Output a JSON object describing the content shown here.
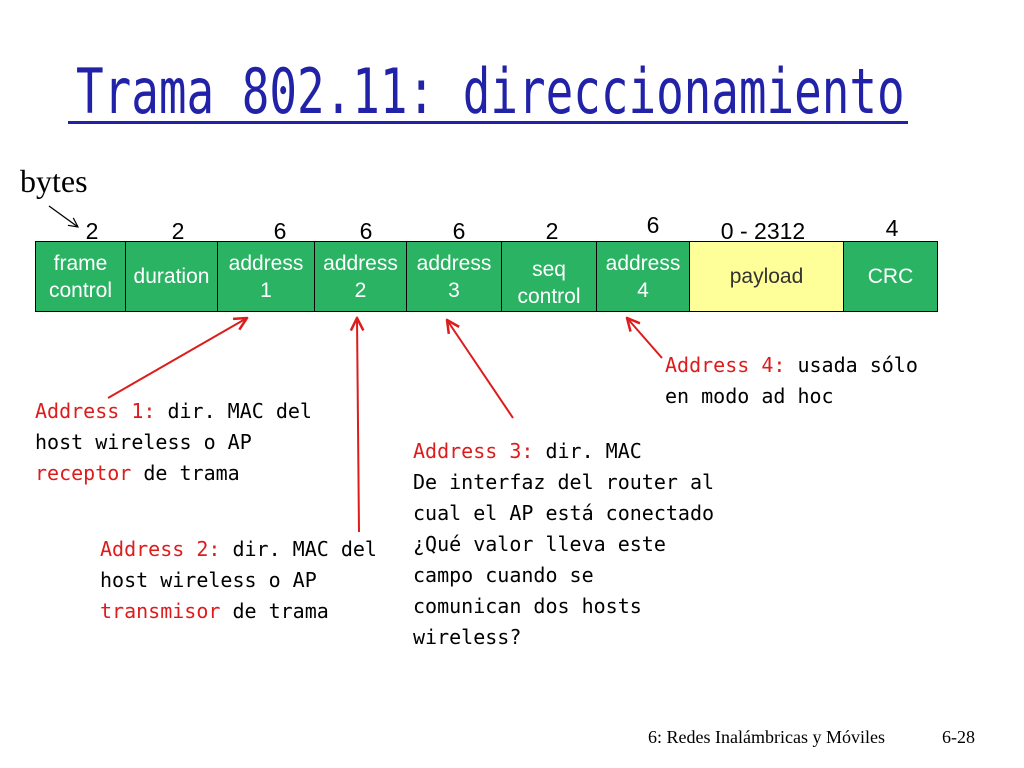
{
  "slide": {
    "title": "Trama 802.11: direccionamiento",
    "bytes_label": "bytes",
    "footer": {
      "chapter": "6: Redes Inalámbricas y Móviles",
      "page": "6-28"
    }
  },
  "frame": {
    "fields": [
      {
        "bytes": "2",
        "label_lines": [
          "frame",
          "control"
        ]
      },
      {
        "bytes": "2",
        "label_lines": [
          "duration"
        ]
      },
      {
        "bytes": "6",
        "label_lines": [
          "address",
          "1"
        ]
      },
      {
        "bytes": "6",
        "label_lines": [
          "address",
          "2"
        ]
      },
      {
        "bytes": "6",
        "label_lines": [
          "address",
          "3"
        ]
      },
      {
        "bytes": "2",
        "label_lines": [
          "seq",
          "control"
        ]
      },
      {
        "bytes": "6",
        "label_lines": [
          "address",
          "4"
        ]
      },
      {
        "bytes": "0 - 2312",
        "label_lines": [
          "payload"
        ]
      },
      {
        "bytes": "4",
        "label_lines": [
          "CRC"
        ]
      }
    ]
  },
  "annotations": {
    "address1": {
      "label": "Address 1:",
      "label_rest": " dir. MAC del",
      "lines": [
        "host wireless o AP"
      ],
      "emphasis": "receptor",
      "emphasis_rest": " de trama"
    },
    "address2": {
      "label": "Address 2:",
      "label_rest": " dir. MAC del",
      "lines": [
        "host wireless o AP"
      ],
      "emphasis": "transmisor",
      "emphasis_rest": " de trama"
    },
    "address3": {
      "label": "Address 3:",
      "label_rest": " dir. MAC",
      "lines": [
        "De interfaz del router al",
        "cual el AP está conectado",
        "¿Qué valor lleva este",
        "campo cuando se",
        "comunican dos hosts",
        "wireless?"
      ]
    },
    "address4": {
      "label": "Address 4:",
      "label_rest": " usada sólo",
      "lines": [
        "en modo ad hoc"
      ]
    }
  },
  "colors": {
    "title": "#2222a8",
    "field_fill": "#2bb364",
    "payload_fill": "#ffff99",
    "field_text": "#ffffff",
    "payload_text": "#333333",
    "highlight": "#dd1c1c"
  }
}
